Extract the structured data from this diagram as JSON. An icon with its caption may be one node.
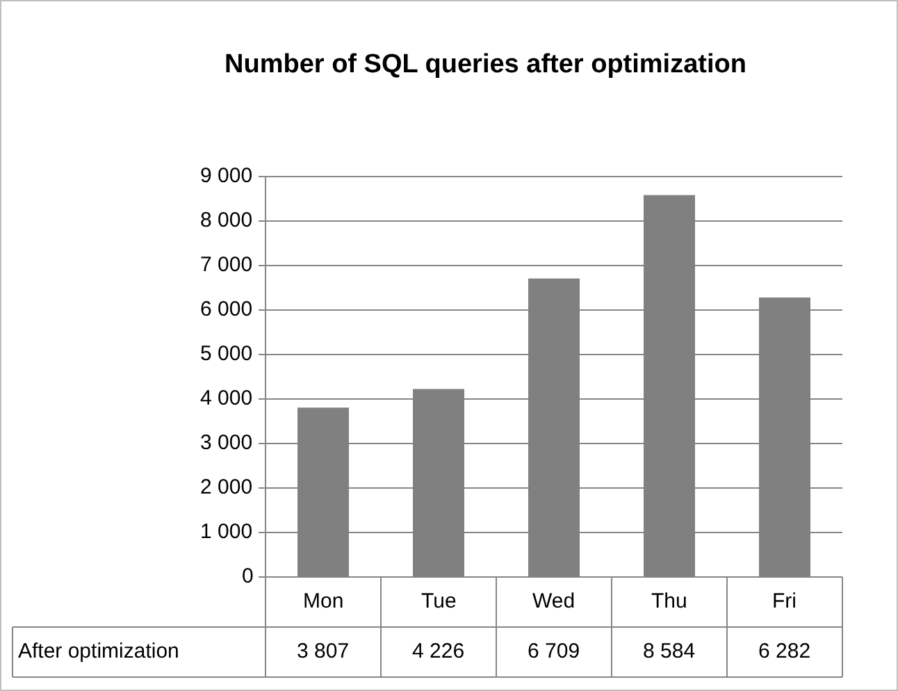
{
  "diagram": {
    "chart_data": {
      "type": "bar",
      "title": "Number of SQL queries after optimization",
      "categories": [
        "Mon",
        "Tue",
        "Wed",
        "Thu",
        "Fri"
      ],
      "series": [
        {
          "name": "After optimization",
          "color": "#808080",
          "values": [
            3807,
            4226,
            6709,
            8584,
            6282
          ]
        }
      ],
      "value_labels": [
        "3 807",
        "4 226",
        "6 709",
        "8 584",
        "6 282"
      ],
      "ylim": [
        0,
        9000
      ],
      "grid": true,
      "yticks": [
        {
          "value": 0,
          "label": "0"
        },
        {
          "value": 1000,
          "label": "1 000"
        },
        {
          "value": 2000,
          "label": "2 000"
        },
        {
          "value": 3000,
          "label": "3 000"
        },
        {
          "value": 4000,
          "label": "4 000"
        },
        {
          "value": 5000,
          "label": "5 000"
        },
        {
          "value": 6000,
          "label": "6 000"
        },
        {
          "value": 7000,
          "label": "7 000"
        },
        {
          "value": 8000,
          "label": "8 000"
        },
        {
          "value": 9000,
          "label": "9 000"
        }
      ]
    }
  }
}
